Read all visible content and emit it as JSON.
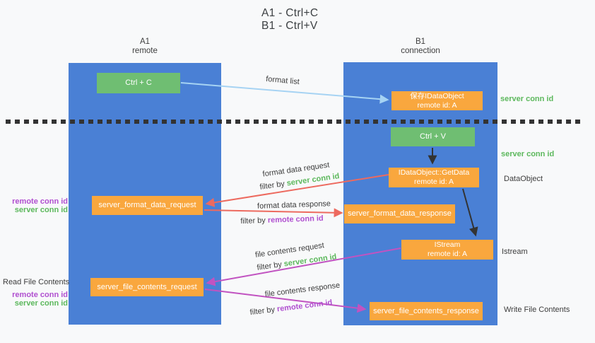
{
  "title": {
    "line1": "A1 - Ctrl+C",
    "line2": "B1 - Ctrl+V"
  },
  "colors": {
    "background": "#f8f9fa",
    "column_blue": "#4a80d5",
    "box_green": "#6fbe72",
    "box_orange": "#f9a73e",
    "box_text": "#ffffff",
    "server_conn_green": "#5cb85c",
    "remote_conn_purple": "#b04fd0",
    "arrow_light_blue": "#a6d3f3",
    "arrow_red": "#ed6a5f",
    "arrow_magenta": "#c153c1",
    "arrow_black": "#333333",
    "text_dark": "#3d3d3d"
  },
  "lanes": {
    "a1": {
      "name": "A1",
      "subtitle": "remote"
    },
    "b1": {
      "name": "B1",
      "subtitle": "connection"
    }
  },
  "boxes": {
    "ctrl_c": {
      "label": "Ctrl + C"
    },
    "save_dataobject": {
      "line1": "保存IDataObject",
      "line2": "remote id: A"
    },
    "ctrl_v": {
      "label": "Ctrl + V"
    },
    "getdata": {
      "line1": "IDataObject::GetData",
      "line2": "remote id: A"
    },
    "format_request": {
      "label": "server_format_data_request"
    },
    "format_response": {
      "label": "server_format_data_response"
    },
    "istream": {
      "line1": "IStream",
      "line2": "remote id: A"
    },
    "file_request": {
      "label": "server_file_contents_request"
    },
    "file_response": {
      "label": "server_file_contents_response"
    }
  },
  "side_labels": {
    "server_conn_id_top": "server conn id",
    "server_conn_id_mid": "server conn id",
    "dataobject": "DataObject",
    "istream": "Istream",
    "write_file_contents": "Write File Contents",
    "read_file_contents": "Read File Contents",
    "remote_conn_id": "remote conn id",
    "server_conn_id": "server conn id"
  },
  "arrow_labels": {
    "format_list": "format list",
    "format_data_request": "format data request",
    "format_data_response": "format data response",
    "file_contents_request": "file contents request",
    "file_contents_response": "file contents response",
    "filter_by": "filter by ",
    "server_conn_id": "server conn id",
    "remote_conn_id": "remote conn id"
  }
}
